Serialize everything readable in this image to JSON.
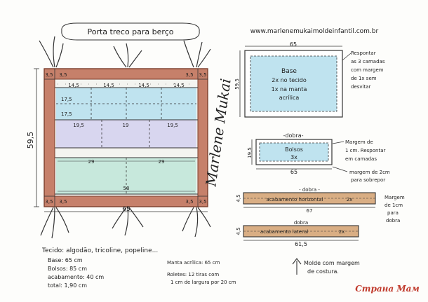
{
  "title": "Porta treco para berço",
  "website": "www.marlenemukaimoldeinfantil.com.br",
  "main_pattern": {
    "height_label": "59,5",
    "width_label": "65",
    "corner_label": "3,5",
    "top_row": [
      "14,5",
      "14,5",
      "14,5",
      "14,5"
    ],
    "row_height_a": "17,5",
    "row_height_b": "17,5",
    "middle_row": [
      "19,5",
      "19",
      "19,5"
    ],
    "lower_row": [
      "29",
      "29"
    ],
    "bottom_width": "58"
  },
  "signature": "Marlene Mukai",
  "base_piece": {
    "width": "65",
    "height": "59,5",
    "label_lines": [
      "Base",
      "2x no tecido",
      "1x na manta",
      "acrílica"
    ],
    "note_lines": [
      "Respontar",
      "as 3 camadas",
      "com margem",
      "de 1x sem",
      "desvitar"
    ]
  },
  "bolsos_piece": {
    "dobra": "-dobra-",
    "height": "19,5",
    "width": "65",
    "label_lines": [
      "Bolsos",
      "3x"
    ],
    "note_a_lines": [
      "Margem de",
      "1 cm. Respontar",
      "em camadas"
    ],
    "note_b_lines": [
      "margem de 2cm",
      "para sobrepor"
    ]
  },
  "strip_horizontal": {
    "dobra": "- dobra -",
    "height": "4,5",
    "width": "67",
    "label": "acabamento horizontal",
    "count": "2x",
    "note_lines": [
      "Margem",
      "de 1cm",
      "para",
      "dobra"
    ]
  },
  "strip_lateral": {
    "dobra": "dobra",
    "height": "4,5",
    "width": "61,5",
    "label": "acabamento lateral",
    "count": "2x"
  },
  "materials": {
    "tecido": "Tecido: algodão, tricoline, popeline...",
    "lines": [
      "Base: 65 cm",
      "Bolsos: 85 cm",
      "acabamento: 40 cm",
      "total: 1,90 cm"
    ],
    "manta": "Manta acrílica: 65 cm",
    "roletes_lines": [
      "Roletes: 12 tiras com",
      "1 cm de largura por 20 cm"
    ]
  },
  "molde_note_lines": [
    "Molde com margem",
    "de costura."
  ],
  "watermark": "Страна Мам",
  "colors": {
    "border": "#c6806a",
    "border_dark": "#9b5a46",
    "pocket_blue": "#bfe3ef",
    "pocket_lilac": "#d8d6ef",
    "pocket_mint": "#c7e8dc",
    "watermark": "#c0392b"
  }
}
